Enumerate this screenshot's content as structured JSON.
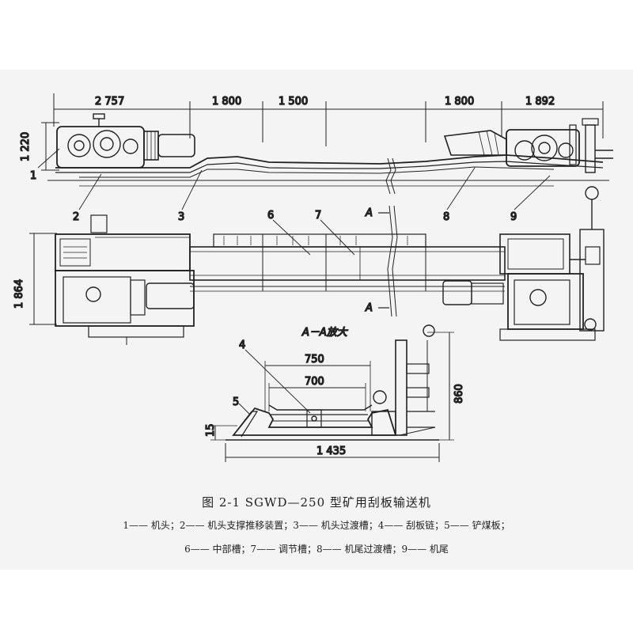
{
  "dimensions": {
    "top_2757": "2 757",
    "top_1800a": "1 800",
    "top_1500": "1 500",
    "top_1800b": "1 800",
    "top_1892": "1 892",
    "left_1220": "1 220",
    "left_1864": "1 864",
    "sec_750": "750",
    "sec_700": "700",
    "sec_860": "860",
    "sec_15": "15",
    "sec_1435": "1 435"
  },
  "part_numbers": {
    "n1": "1",
    "n2": "2",
    "n3": "3",
    "n4": "4",
    "n5": "5",
    "n6": "6",
    "n7": "7",
    "n8": "8",
    "n9": "9"
  },
  "section": {
    "marker_top": "A",
    "marker_bottom": "A",
    "title": "A－A放大"
  },
  "caption": "图 2-1   SGWD—250 型矿用刮板输送机",
  "legend": {
    "line1": "1—— 机头；2—— 机头支撑推移装置；3—— 机头过渡槽；4—— 刮板链；5—— 铲煤板；",
    "line2": "6—— 中部槽；7—— 调节槽；8—— 机尾过渡槽；9—— 机尾"
  }
}
